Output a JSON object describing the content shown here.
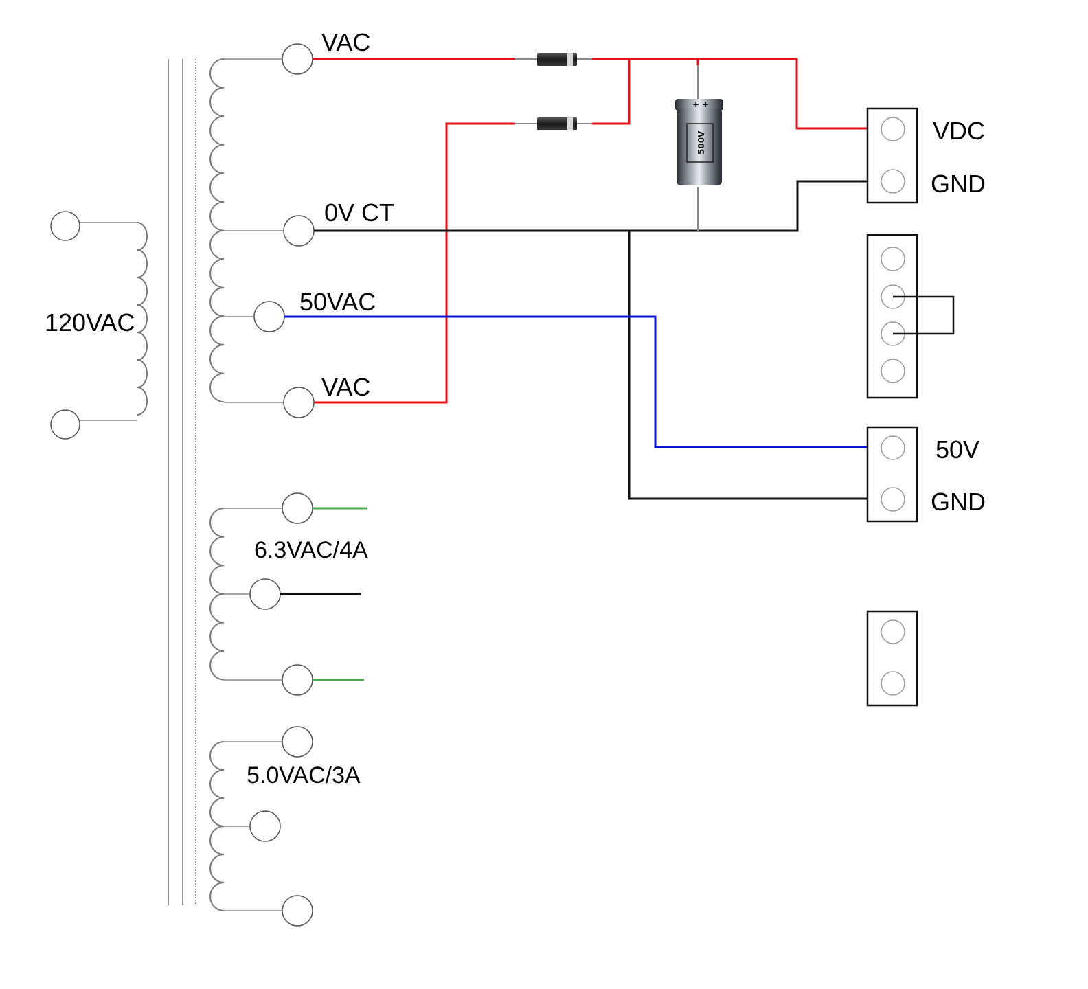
{
  "labels": {
    "primary": "120VAC",
    "tap_top": "VAC",
    "tap_ct": "0V CT",
    "tap_50": "50VAC",
    "tap_bottom": "VAC",
    "heater_63": "6.3VAC/4A",
    "heater_50": "5.0VAC/3A",
    "out_vdc": "VDC",
    "out_gnd1": "GND",
    "out_50v": "50V",
    "out_gnd2": "GND",
    "capacitor_rating": "500V",
    "capacitor_polarity": "+ +"
  },
  "colors": {
    "hv_wire": "#e8121b",
    "ground_wire": "#111111",
    "bias_wire": "#0a14d8",
    "heater_wire": "#4caa4a"
  }
}
